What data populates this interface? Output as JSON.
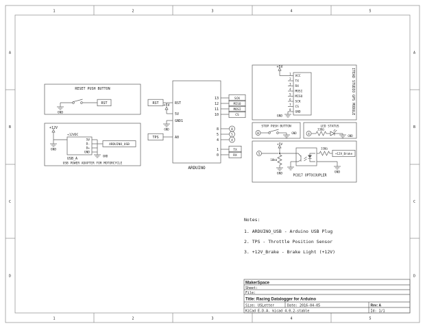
{
  "colors": {
    "background": "#ffffff",
    "line": "#5a5a5a",
    "text": "#1a1a1a"
  },
  "labels": {
    "gnd": "GND",
    "v5": "+5V",
    "v12": "+12V"
  },
  "frame": {
    "columns": [
      "1",
      "2",
      "3",
      "4",
      "5"
    ],
    "rows": [
      "A",
      "B",
      "C",
      "D"
    ]
  },
  "reset_block": {
    "title": "RESET PUSH BUTTON",
    "rst_tag": "RST"
  },
  "usb_block": {
    "title": "USB POWER ADAPTER FOR MOTORCYCLE",
    "regulator": "+12VDC",
    "connector": "USB_A",
    "pins": [
      "5V",
      "D-",
      "D+",
      "GND"
    ],
    "plug_tag": "ARDUINO_USB"
  },
  "arduino": {
    "name": "ARDUINO",
    "left": [
      {
        "tag": "RST",
        "pin": "RST"
      },
      {
        "tag": "+5V",
        "pin": "5V"
      },
      {
        "tag": "GND",
        "pin": "GND1"
      },
      {
        "tag": "TPS",
        "pin": "A0"
      }
    ],
    "right_top": [
      {
        "pin": "13",
        "tag": "SCK"
      },
      {
        "pin": "12",
        "tag": "MISO"
      },
      {
        "pin": "11",
        "tag": "MOSI"
      },
      {
        "pin": "10",
        "tag": "CS"
      }
    ],
    "right_mid": [
      {
        "pin": "8",
        "tag": "8"
      },
      {
        "pin": "5",
        "tag": "5"
      },
      {
        "pin": "4",
        "tag": "4"
      }
    ],
    "right_bot": [
      {
        "pin": "1",
        "tag": "TX"
      },
      {
        "pin": "0",
        "tag": "RX"
      }
    ]
  },
  "gps_block": {
    "title": "ITEAD STUDIO GPS MODULE",
    "pins": [
      {
        "num": "1",
        "name": "VCC"
      },
      {
        "num": "2",
        "name": "TX"
      },
      {
        "num": "3",
        "name": "RX"
      },
      {
        "num": "4",
        "name": "MOSI"
      },
      {
        "num": "5",
        "name": "MISO"
      },
      {
        "num": "6",
        "name": "SCK"
      },
      {
        "num": "7",
        "name": "CS"
      },
      {
        "num": "8",
        "name": "GND"
      }
    ]
  },
  "stop_block": {
    "title": "STOP PUSH BUTTON",
    "net": "8"
  },
  "led_block": {
    "title": "LED STATUS",
    "resistor": "330Ω",
    "net": "4"
  },
  "opto_block": {
    "title": "PC817 OPTOCOUPLER",
    "pulldown": "10kΩ",
    "series_resistor": "330Ω",
    "brake_tag": "+12V_Brake",
    "net": "5"
  },
  "notes": {
    "title": "Notes:",
    "items": [
      "1. ARDUINO_USB - Arduino USB Plug",
      "2. TPS - Throttle Position Sensor",
      "3. +12V_Brake - Brake Light (+12V)"
    ]
  },
  "title_block": {
    "company": "MakerSpace",
    "sheet_label": "Sheet:",
    "file_label": "File:",
    "title": "Title: Racing Datalogger for Arduino",
    "size": "Size: USLetter",
    "date": "Date: 2016-04-05",
    "rev": "Rev: A",
    "kicad": "KiCad E.D.A.  kicad 4.0.2-stable",
    "id": "Id: 1/1"
  }
}
